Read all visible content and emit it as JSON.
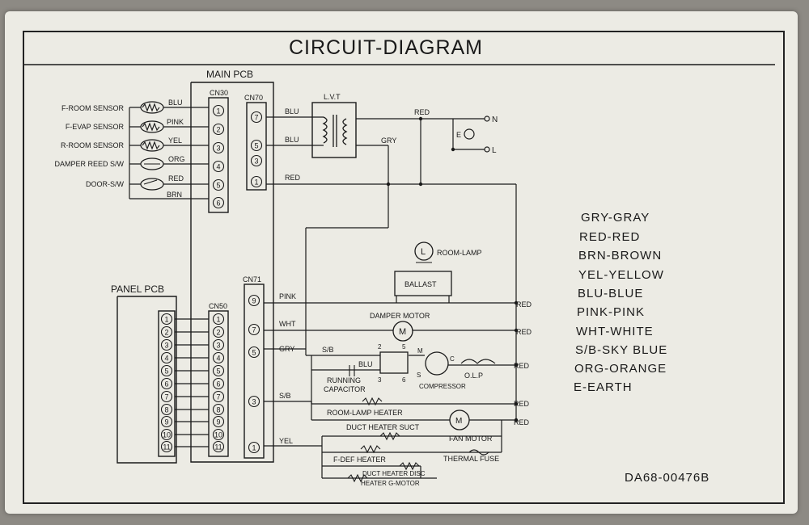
{
  "title": "CIRCUIT-DIAGRAM",
  "part_number": "DA68-00476B",
  "main_pcb": "MAIN PCB",
  "panel_pcb": "PANEL PCB",
  "connectors": {
    "cn30": "CN30",
    "cn70": "CN70",
    "cn71": "CN71",
    "cn50": "CN50"
  },
  "sensors": [
    {
      "name": "F-ROOM SENSOR",
      "wire": "BLU",
      "pin": "1"
    },
    {
      "name": "F-EVAP SENSOR",
      "wire": "PINK",
      "pin": "2"
    },
    {
      "name": "R-ROOM SENSOR",
      "wire": "YEL",
      "pin": "3"
    },
    {
      "name": "DAMPER REED S/W",
      "wire": "ORG",
      "pin": "4"
    },
    {
      "name": "DOOR-S/W",
      "wire": "RED",
      "pin": "5"
    },
    {
      "name": "",
      "wire": "BRN",
      "pin": "6"
    }
  ],
  "cn70_pins": [
    "7",
    "5",
    "3",
    "1"
  ],
  "cn70_wires": [
    "BLU",
    "BLU",
    "RED"
  ],
  "lvt": "L.V.T",
  "power": {
    "red": "RED",
    "gry": "GRY",
    "n": "N",
    "l": "L",
    "earth": "E"
  },
  "cn71_pins": [
    "9",
    "7",
    "5",
    "3",
    "1"
  ],
  "cn71_wires": [
    "PINK",
    "WHT",
    "GRY",
    "S/B",
    "YEL"
  ],
  "loads": {
    "room_lamp": "ROOM-LAMP",
    "lamp_symbol": "L",
    "ballast": "BALLAST",
    "damper_motor": "DAMPER MOTOR",
    "motor_symbol": "M",
    "sb": "S/B",
    "blu": "BLU",
    "running_capacitor_1": "RUNNING",
    "running_capacitor_2": "CAPACITOR",
    "compressor": "COMPRESSOR",
    "olp": "O.L.P",
    "relay_pins": [
      "2",
      "5",
      "3",
      "6"
    ],
    "comp_terms": {
      "m": "M",
      "c": "C",
      "s": "S"
    },
    "room_lamp_heater": "ROOM-LAMP HEATER",
    "duct_heater_suct": "DUCT HEATER SUCT",
    "fan_motor": "FAN MOTOR",
    "fdef_heater": "F-DEF HEATER",
    "thermal_fuse": "THERMAL FUSE",
    "duct_heater_disc": "DUCT HEATER DISC",
    "heater_g_motor": "HEATER G-MOTOR"
  },
  "right_reds": [
    "RED",
    "RED",
    "RED",
    "RED",
    "RED"
  ],
  "panel_pins": [
    "1",
    "2",
    "3",
    "4",
    "5",
    "6",
    "7",
    "8",
    "9",
    "10",
    "11"
  ],
  "legend": [
    "GRY-GRAY",
    "RED-RED",
    "BRN-BROWN",
    "YEL-YELLOW",
    "BLU-BLUE",
    "PINK-PINK",
    "WHT-WHITE",
    "S/B-SKY BLUE",
    "ORG-ORANGE",
    "E-EARTH"
  ],
  "colors": {
    "paper": "#ecebe4",
    "ink": "#1a1a1a",
    "background": "#8d8a84"
  }
}
